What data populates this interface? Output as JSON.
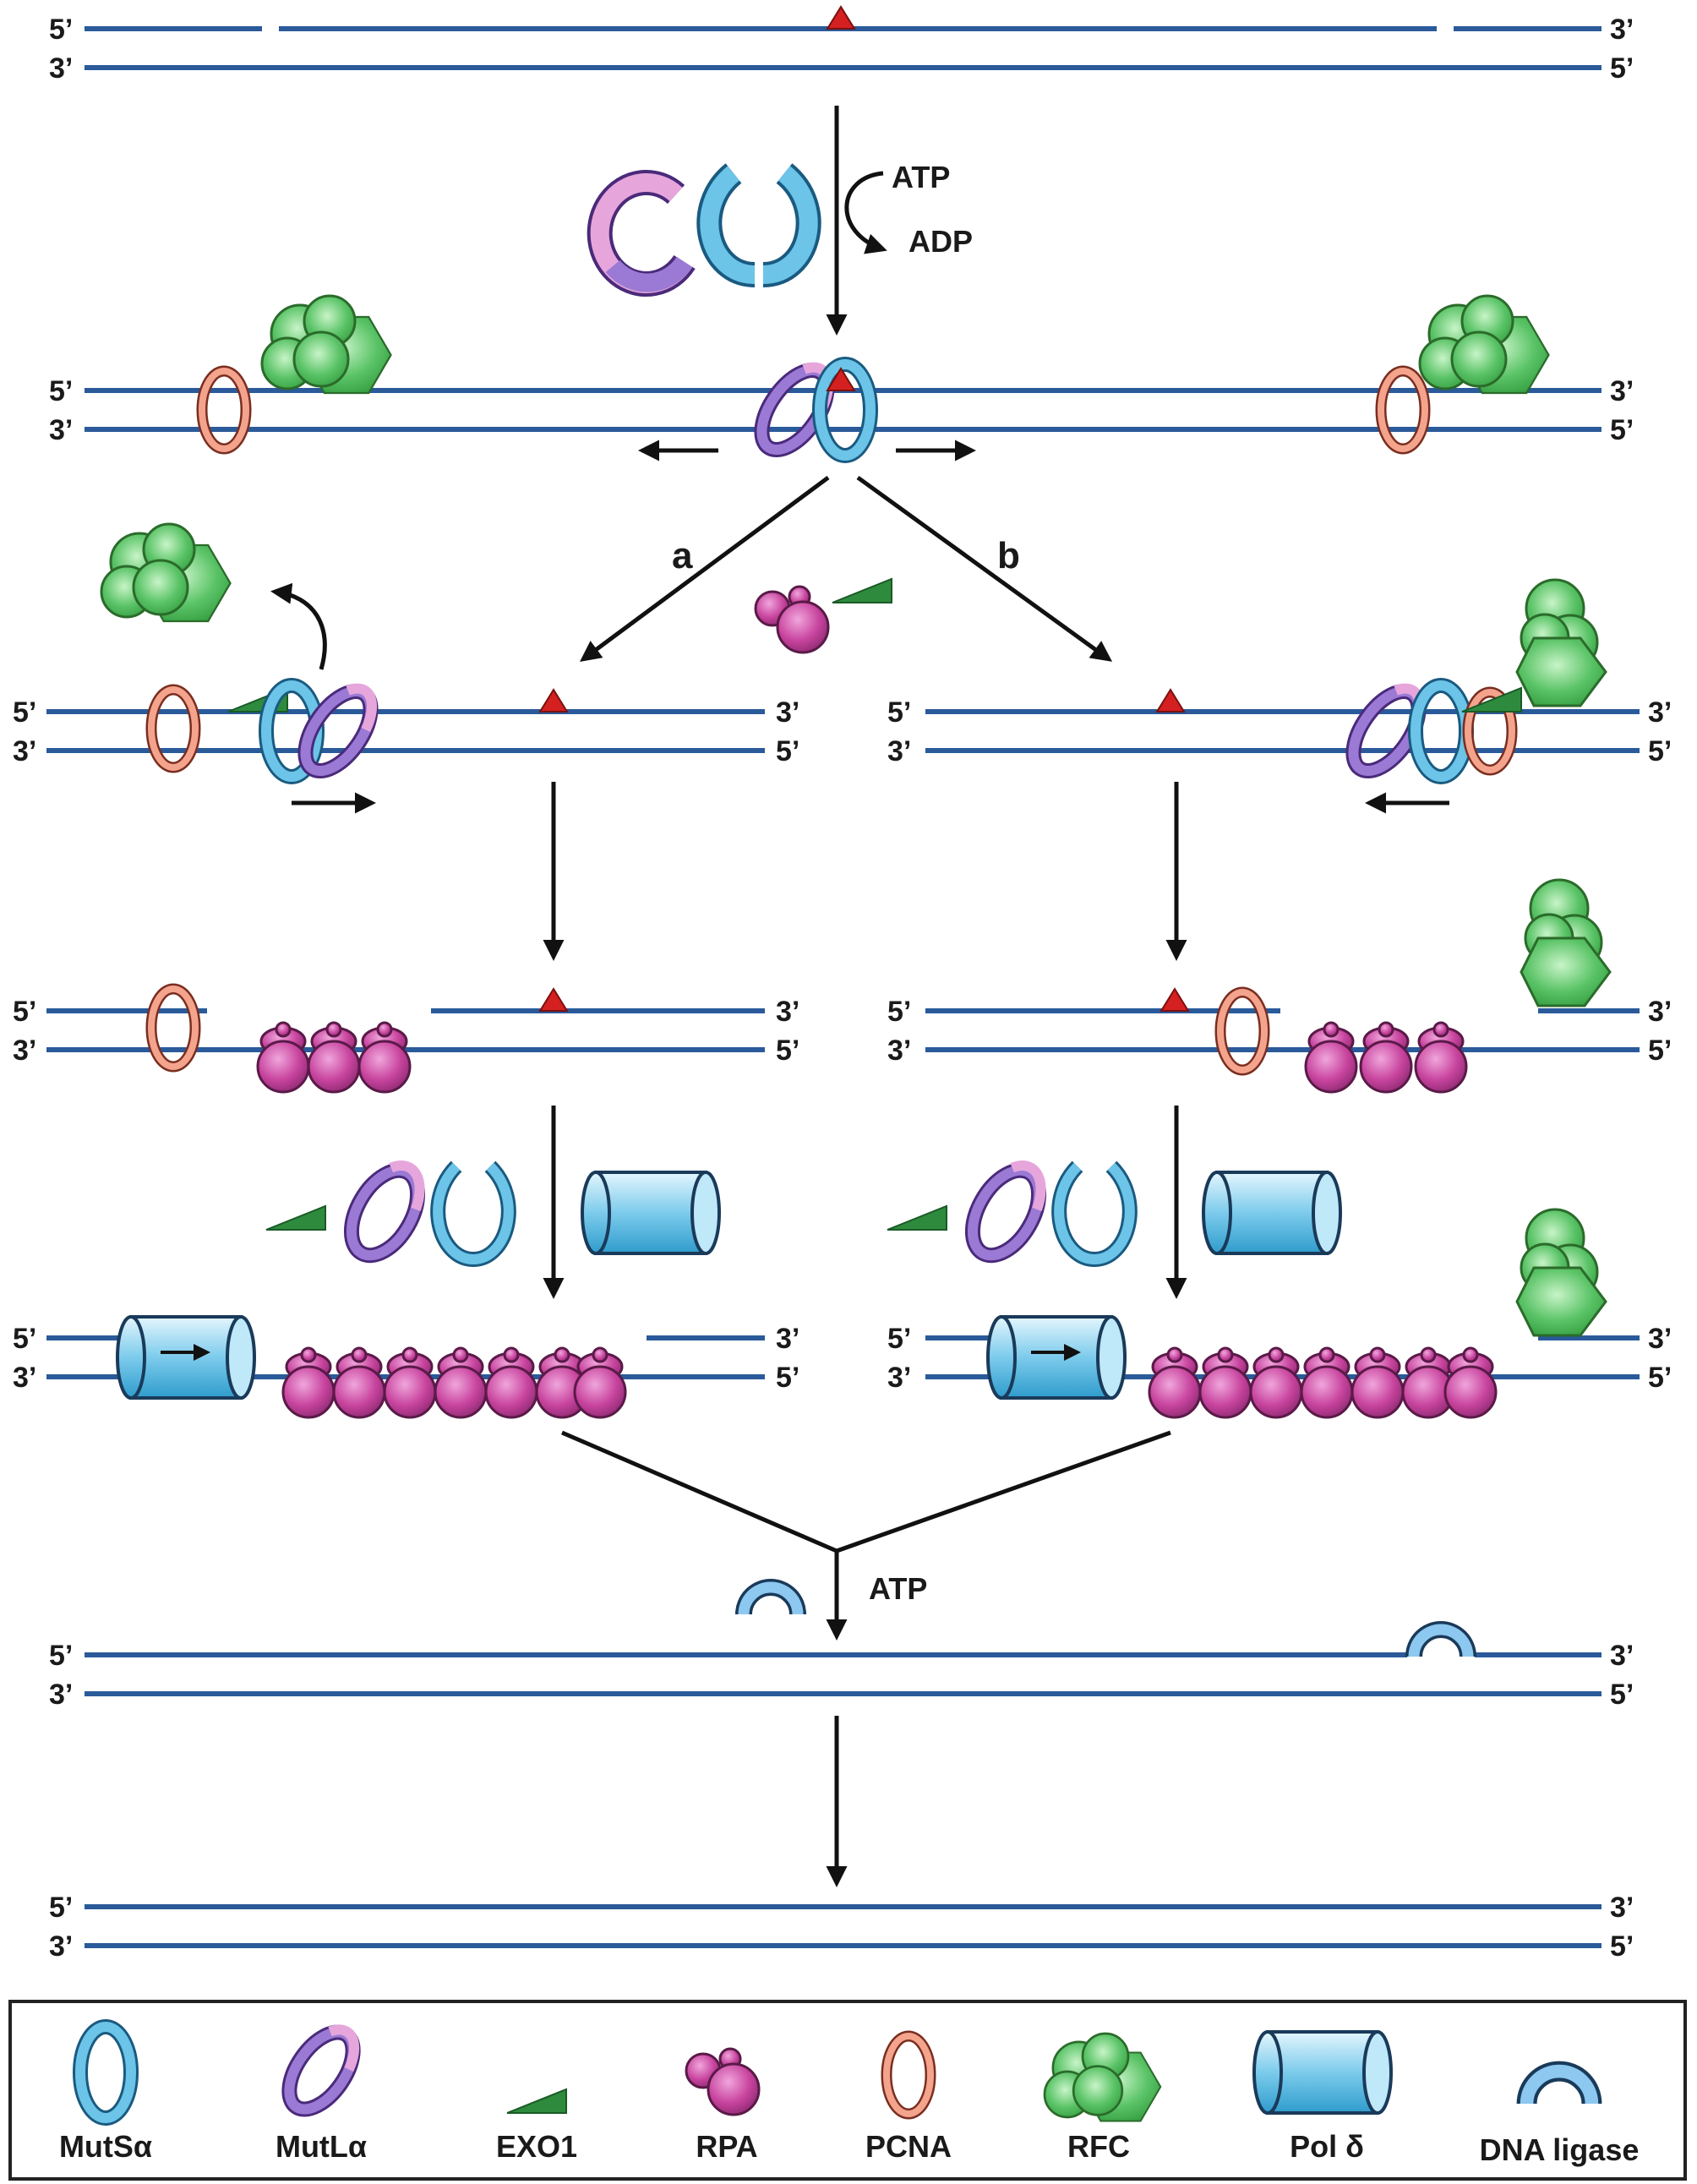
{
  "strand_labels": {
    "five": "5’",
    "three": "3’"
  },
  "step1": {
    "atp": "ATP",
    "adp": "ADP"
  },
  "pathways": {
    "a": "a",
    "b": "b"
  },
  "ligation": {
    "atp": "ATP"
  },
  "legend": [
    {
      "label": "MutSα",
      "icon": "mutsa-icon"
    },
    {
      "label": "MutLα",
      "icon": "mutla-icon"
    },
    {
      "label": "EXO1",
      "icon": "exo1-icon"
    },
    {
      "label": "RPA",
      "icon": "rpa-icon"
    },
    {
      "label": "PCNA",
      "icon": "pcna-icon"
    },
    {
      "label": "RFC",
      "icon": "rfc-icon"
    },
    {
      "label": "Pol δ",
      "icon": "pol-delta-icon"
    },
    {
      "label": "DNA ligase",
      "icon": "dna-ligase-icon"
    }
  ],
  "colors": {
    "dna": "#2a5a9a",
    "mismatch": "#d42020",
    "mutsa": "#6cc4e8",
    "mutla_pink": "#e6a6dc",
    "mutla_purple": "#9a7ad4",
    "exo1": "#2e8b3e",
    "rpa": "#c8449e",
    "pcna": "#f4a48c",
    "rfc": "#5cc468",
    "pol_delta": "#7ccbec",
    "ligase": "#8cc8f0"
  }
}
